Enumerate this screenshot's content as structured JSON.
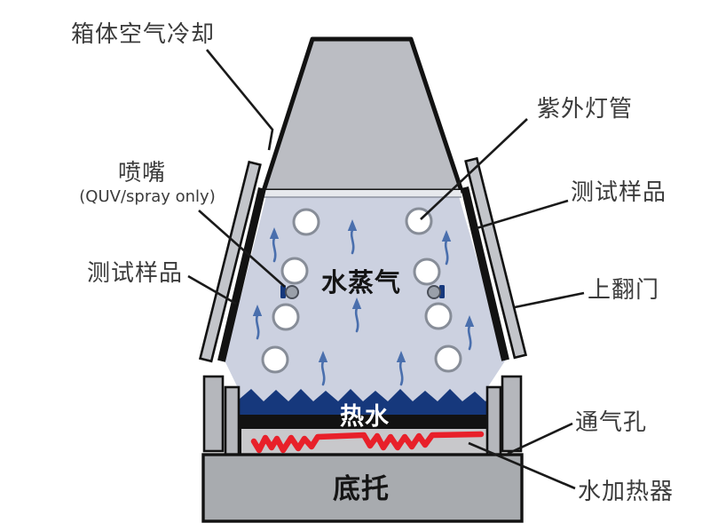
{
  "diagram": {
    "labels": {
      "cabinet_air_cooling": "箱体空气冷却",
      "nozzle": "喷嘴",
      "nozzle_note": "(QUV/spray only)",
      "test_sample_left": "测试样品",
      "uv_lamp": "紫外灯管",
      "test_sample_right": "测试样品",
      "flip_up_door": "上翻门",
      "water_vapor": "水蒸气",
      "hot_water": "热水",
      "vent_hole": "通气孔",
      "water_heater": "水加热器",
      "base_support": "底托"
    },
    "colors": {
      "background": "#ffffff",
      "hood_gray": "#bbbdc3",
      "hood_strip": "#e7e9ed",
      "interior_lavender": "#ccd1e0",
      "door_gray": "#c3c5ca",
      "panel_black": "#121212",
      "water_navy": "#16387c",
      "heater_red": "#e8202a",
      "tray_gray": "#c8c8cb",
      "base_gray": "#a8abaf",
      "support_gray": "#b5b7bc",
      "arrow_blue": "#4a6fad",
      "lamp_fill": "#ffffff",
      "lamp_stroke": "#878d98",
      "nozzle_gray": "#9aa0aa",
      "label_text": "#3b3b3b",
      "leader_line": "#1a1a1a"
    }
  }
}
